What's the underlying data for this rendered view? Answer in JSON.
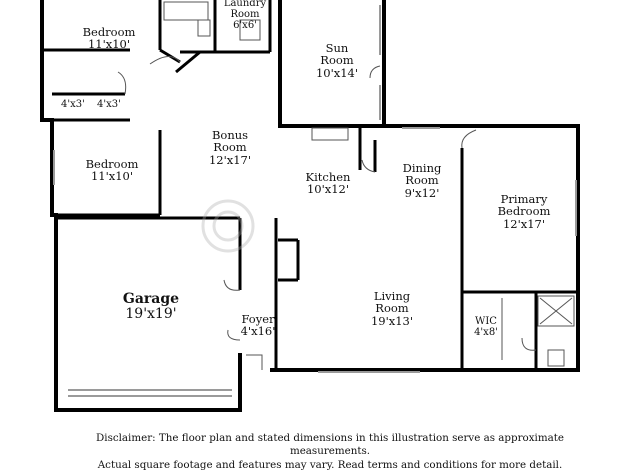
{
  "rooms": {
    "bedroom_top": {
      "name": "Bedroom",
      "dims": "11'x10'"
    },
    "laundry": {
      "name": "Laundry",
      "name2": "Room",
      "dims": "6'x6'"
    },
    "sun_room": {
      "name": "Sun",
      "name2": "Room",
      "dims": "10'x14'"
    },
    "closet_a": {
      "dims": "4'x3'"
    },
    "closet_b": {
      "dims": "4'x3'"
    },
    "bonus_room": {
      "name": "Bonus",
      "name2": "Room",
      "dims": "12'x17'"
    },
    "bedroom_mid": {
      "name": "Bedroom",
      "dims": "11'x10'"
    },
    "kitchen": {
      "name": "Kitchen",
      "dims": "10'x12'"
    },
    "dining_room": {
      "name": "Dining",
      "name2": "Room",
      "dims": "9'x12'"
    },
    "primary_bedroom": {
      "name": "Primary",
      "name2": "Bedroom",
      "dims": "12'x17'"
    },
    "garage": {
      "name": "Garage",
      "dims": "19'x19'"
    },
    "foyer": {
      "name": "Foyer",
      "dims": "4'x16'"
    },
    "living_room": {
      "name": "Living",
      "name2": "Room",
      "dims": "19'x13'"
    },
    "wic": {
      "name": "WIC",
      "dims": "4'x8'"
    }
  },
  "disclaimer": {
    "line1": "Disclaimer: The floor plan and stated dimensions in this illustration serve as approximate measurements.",
    "line2": "Actual square footage and features may vary. Read terms and conditions for more detail."
  },
  "colors": {
    "wall": "#000000",
    "thin": "#555555",
    "window": "#9a9a9a"
  }
}
